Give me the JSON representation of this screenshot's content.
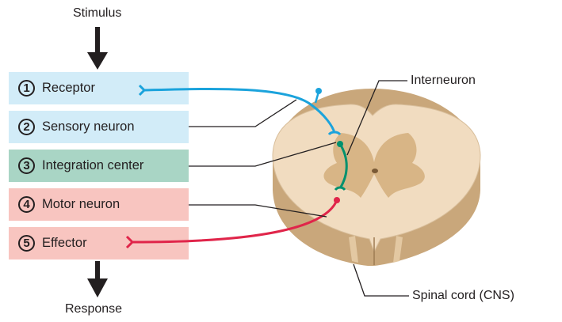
{
  "input_label": "Stimulus",
  "output_label": "Response",
  "steps": [
    {
      "number": "1",
      "label": "Receptor",
      "color": "#d2ecf8"
    },
    {
      "number": "2",
      "label": "Sensory neuron",
      "color": "#d2ecf8"
    },
    {
      "number": "3",
      "label": "Integration center",
      "color": "#a9d5c5"
    },
    {
      "number": "4",
      "label": "Motor neuron",
      "color": "#f8c5c0"
    },
    {
      "number": "5",
      "label": "Effector",
      "color": "#f8c5c0"
    }
  ],
  "callouts": {
    "interneuron": "Interneuron",
    "spinal_cord": "Spinal cord (CNS)"
  },
  "colors": {
    "sensory": "#1ba3dc",
    "interneuron": "#00916e",
    "motor": "#e0254a",
    "cord_white_matter": "#f1dcc0",
    "cord_gray_matter": "#d8b586",
    "cord_side": "#c9a77b"
  }
}
